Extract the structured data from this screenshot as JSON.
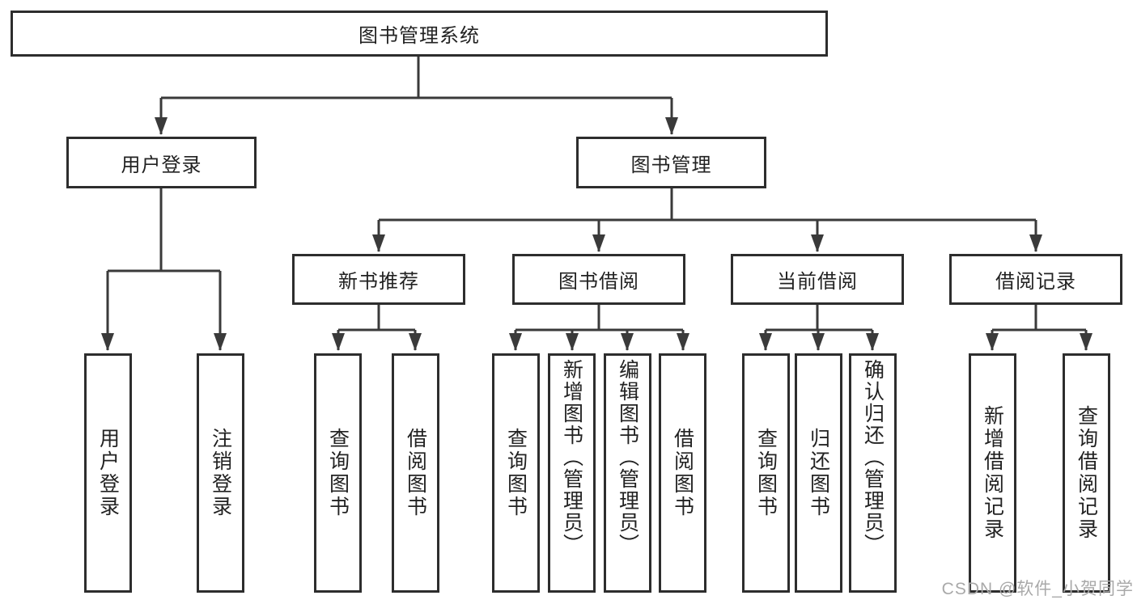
{
  "nodes": {
    "root": "图书管理系统",
    "user_login": "用户登录",
    "book_mgmt": "图书管理",
    "new_books": "新书推荐",
    "book_borrow": "图书借阅",
    "current_borrow": "当前借阅",
    "borrow_records": "借阅记录"
  },
  "leaves": {
    "user_login_1": "用户登录",
    "user_login_2": "注销登录",
    "new_books_1": "查询图书",
    "new_books_2": "借阅图书",
    "book_borrow_1": "查询图书",
    "book_borrow_2": "新增图书（管理员）",
    "book_borrow_3": "编辑图书（管理员）",
    "book_borrow_4": "借阅图书",
    "current_borrow_1": "查询图书",
    "current_borrow_2": "归还图书",
    "current_borrow_3": "确认归还（管理员）",
    "borrow_records_1": "新增借阅记录",
    "borrow_records_2": "查询借阅记录"
  },
  "watermark": "CSDN @软件_小贺同学",
  "colors": {
    "line": "#3a3a3a",
    "border": "#2d2d2d",
    "text": "#222222",
    "watermark": "#a9a9a9",
    "background": "#ffffff"
  }
}
